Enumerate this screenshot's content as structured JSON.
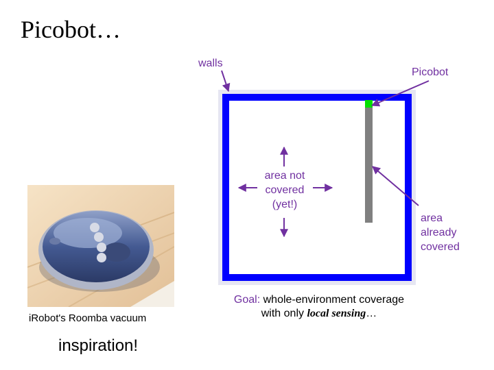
{
  "title": "Picobot…",
  "labels": {
    "walls": "walls",
    "picobot": "Picobot",
    "not_covered": [
      "area not",
      "covered",
      "(yet!)"
    ],
    "already_covered": [
      "area",
      "already",
      "covered"
    ]
  },
  "photo": {
    "caption": "iRobot's Roomba vacuum",
    "note": "inspiration!"
  },
  "goal": {
    "key": "Goal:",
    "text_before": " whole-environment coverage",
    "text_line2": "with only ",
    "emphasis": "local sensing",
    "ellipsis": "…"
  },
  "colors": {
    "wall": "#0000ff",
    "floor_edge": "#e0e0f0",
    "covered": "#808080",
    "robot": "#00e000",
    "annotation": "#7030a0"
  }
}
